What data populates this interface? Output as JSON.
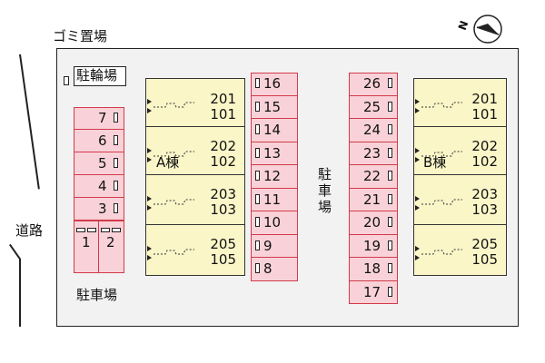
{
  "labels": {
    "garbage": "ゴミ置場",
    "bicycle": "駐輪場",
    "road": "道路",
    "parking_left": "駐車場",
    "parking_center": [
      "駐",
      "車",
      "場"
    ],
    "building_a": "A棟",
    "building_b": "B棟"
  },
  "compass": {
    "north_label": "N"
  },
  "parking": {
    "left_vertical": [
      "7",
      "6",
      "5",
      "4",
      "3"
    ],
    "left_bottom": [
      "1",
      "2"
    ],
    "center_left": [
      "16",
      "15",
      "14",
      "13",
      "12",
      "11",
      "10",
      "9",
      "8"
    ],
    "center_right": [
      "26",
      "25",
      "24",
      "23",
      "22",
      "21",
      "20",
      "19",
      "18",
      "17"
    ]
  },
  "buildings": {
    "a": [
      [
        "201",
        "101"
      ],
      [
        "202",
        "102"
      ],
      [
        "203",
        "103"
      ],
      [
        "205",
        "105"
      ]
    ],
    "b": [
      [
        "201",
        "101"
      ],
      [
        "202",
        "102"
      ],
      [
        "203",
        "103"
      ],
      [
        "205",
        "105"
      ]
    ]
  },
  "colors": {
    "parking_fill": "#f8d2d8",
    "parking_border": "#d23a4a",
    "building_fill": "#fbf6c8"
  }
}
